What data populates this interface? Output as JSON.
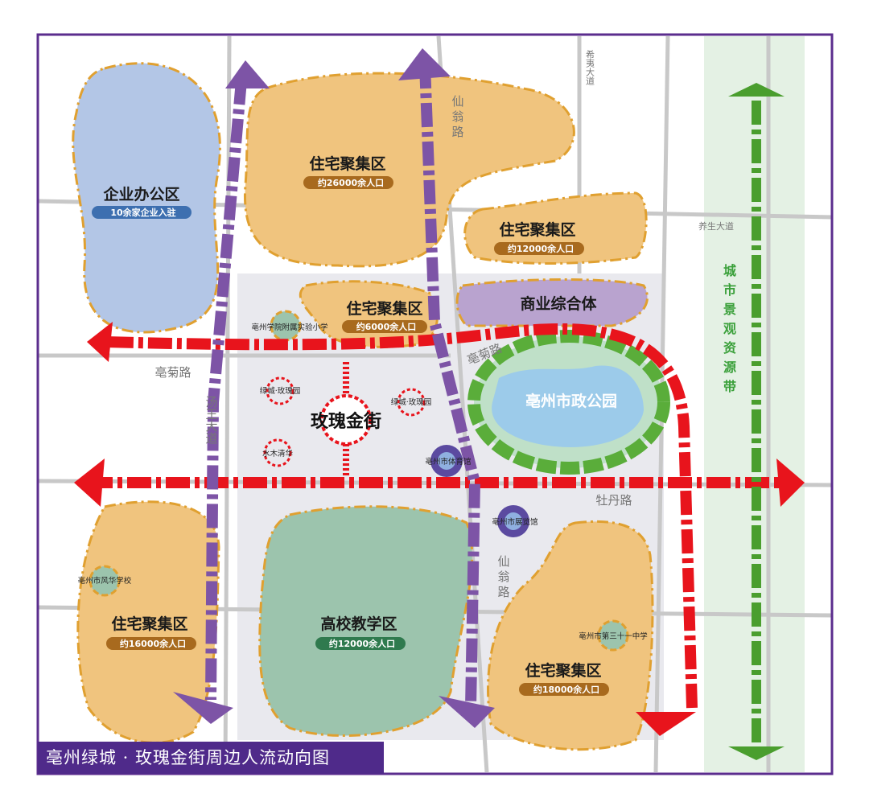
{
  "title": "亳州绿城 · 玫瑰金街周边人流动向图",
  "project_logo": "玫瑰金街",
  "zones": {
    "office": {
      "label": "企业办公区",
      "badge": "10余家企业入驻"
    },
    "res_north": {
      "label": "住宅聚集区",
      "badge": "约26000余人口"
    },
    "res_ne": {
      "label": "住宅聚集区",
      "badge": "约12000余人口"
    },
    "res_center": {
      "label": "住宅聚集区",
      "badge": "约6000余人口"
    },
    "commercial": {
      "label": "商业综合体"
    },
    "park": {
      "label": "亳州市政公园"
    },
    "res_sw": {
      "label": "住宅聚集区",
      "badge": "约16000余人口"
    },
    "university": {
      "label": "高校教学区",
      "badge": "约12000余人口"
    },
    "res_se": {
      "label": "住宅聚集区",
      "badge": "约18000余人口"
    },
    "green_belt": {
      "label": "城市景观资源带"
    }
  },
  "roads": {
    "bozhu_w": "亳菊路",
    "bozhu_e": "亳菊路",
    "tangwang": "汤王大道",
    "xianweng_n": "仙翁路",
    "xianweng_s": "仙翁路",
    "xiyi": "希夷大道",
    "yangsheng": "养生大道",
    "mudan": "牡丹路"
  },
  "pois": {
    "school1": "亳州学院附属实验小学",
    "rose1": "绿城·玫瑰园",
    "rose2": "绿城·玫瑰园",
    "shuimu": "水木清华",
    "stadium": "亳州市体育馆",
    "exhibition": "亳州市展览馆",
    "school2": "亳州市风华学校",
    "school3": "亳州市第三十一中学"
  },
  "colors": {
    "frame": "#5b2d8e",
    "residential": "#f0c47e",
    "office": "#b3c6e6",
    "commercial": "#b9a3cf",
    "university": "#9cc4ad",
    "flow_red": "#e8141c",
    "flow_purple": "#7d54a6",
    "flow_green": "#4a9e2e",
    "badge_orange": "#a86a1e",
    "badge_green": "#2f7a4e"
  }
}
